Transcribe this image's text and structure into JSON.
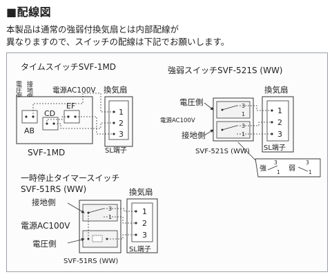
{
  "page": {
    "title": "■配線図",
    "desc_line1": "本製品は通常の強弱付換気扇とは内部配線が",
    "desc_line2": "異なりますので、スイッチの配線は下記でお願いします。"
  },
  "timer_switch": {
    "heading": "タイムスイッチSVF-1MD",
    "volt_side": "電圧側",
    "ground_side": "接地側",
    "power": "電源AC100V",
    "fan": "換気扇",
    "terminal_ab": "AB",
    "terminal_cd": "CD",
    "terminal_ef": "EF",
    "pin1": "1",
    "pin2": "2",
    "pin3": "3",
    "model": "SVF-1MD",
    "sl_terminal": "SL端子"
  },
  "strong_weak_switch": {
    "heading": "強弱スイッチSVF-521S (WW)",
    "fan": "換気扇",
    "volt_side": "電圧側",
    "power": "電源AC100V",
    "ground_side": "接地側",
    "sw_label_3": "3",
    "sw_label_1": "1",
    "pin1": "1",
    "pin2": "2",
    "pin3": "3",
    "model": "SVF-521S (WW)",
    "sl_terminal": "SL端子",
    "strong": "強",
    "weak": "弱",
    "detail_3": "3",
    "detail_1": "1"
  },
  "pause_timer_switch": {
    "heading_line1": "一時停止タイマースイッチ",
    "heading_line2": "SVF-51RS (WW)",
    "fan": "換気扇",
    "ground_side": "接地側",
    "power": "電源AC100V",
    "volt_side": "電圧側",
    "sw_label_3": "3",
    "sw_label_1": "1",
    "pin1": "1",
    "pin2": "2",
    "pin3": "3",
    "model": "SVF-51RS (WW)",
    "sl_terminal": "SL端子"
  },
  "colors": {
    "line": "#333333",
    "frame": "#9aa0a6",
    "switch_fill": "#f2f2f2"
  }
}
